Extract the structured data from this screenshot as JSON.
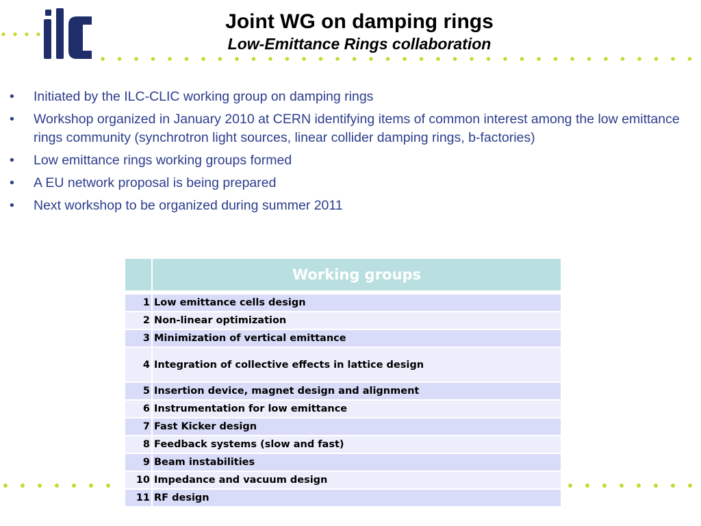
{
  "header": {
    "logo_text": "ilc",
    "title": "Joint WG on damping rings",
    "subtitle": "Low-Emittance Rings collaboration"
  },
  "bullets": [
    "Initiated by the ILC-CLIC working group on damping rings",
    "Workshop organized in January 2010 at CERN identifying items of common interest among the low emittance rings community (synchrotron light sources, linear collider damping rings, b-factories)",
    "Low emittance rings working groups formed",
    "A EU network proposal is being prepared",
    "Next workshop to be organized during summer 2011"
  ],
  "table": {
    "header": "Working groups",
    "rows": [
      {
        "num": "1",
        "label": "Low emittance cells design"
      },
      {
        "num": "2",
        "label": "Non-linear optimization"
      },
      {
        "num": "3",
        "label": "Minimization of vertical emittance"
      },
      {
        "num": "4",
        "label": "Integration of collective effects in lattice design"
      },
      {
        "num": "5",
        "label": "Insertion device, magnet design and alignment"
      },
      {
        "num": "6",
        "label": "Instrumentation for low emittance"
      },
      {
        "num": "7",
        "label": "Fast Kicker design"
      },
      {
        "num": "8",
        "label": "Feedback systems (slow and fast)"
      },
      {
        "num": "9",
        "label": "Beam instabilities"
      },
      {
        "num": "10",
        "label": "Impedance and vacuum design"
      },
      {
        "num": "11",
        "label": "RF design"
      }
    ]
  },
  "colors": {
    "logo_blue": "#1f2d6b",
    "dot_green": "#c9d830",
    "bullet_text": "#2c3d8c",
    "table_header_bg": "#b9dfe1",
    "row_odd_bg": "#d9dcf8",
    "row_even_bg": "#edeefb"
  }
}
